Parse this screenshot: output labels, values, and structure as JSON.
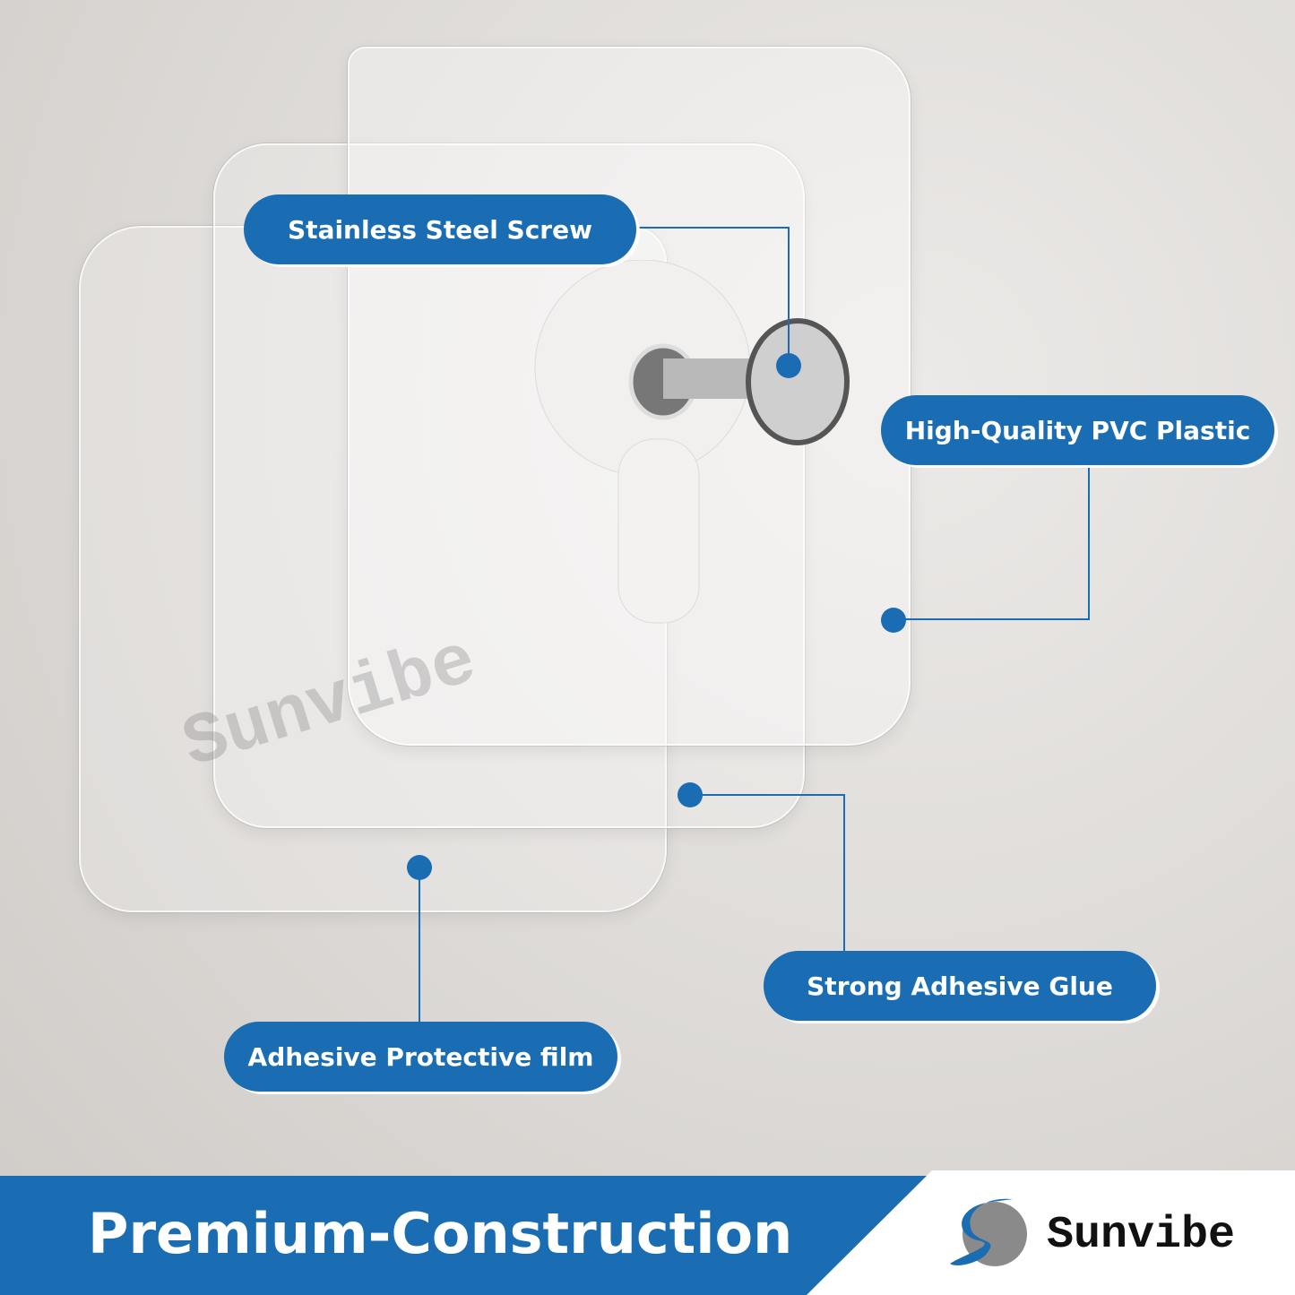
{
  "labels": {
    "screw": "Stainless Steel Screw",
    "pvc": "High-Quality PVC Plastic",
    "glue": "Strong Adhesive Glue",
    "film": "Adhesive Protective film"
  },
  "banner": {
    "title": "Premium-Construction"
  },
  "brand": {
    "name": "Sunvibe",
    "watermark": "Sunvibe"
  },
  "colors": {
    "accent": "#1a6db3"
  }
}
